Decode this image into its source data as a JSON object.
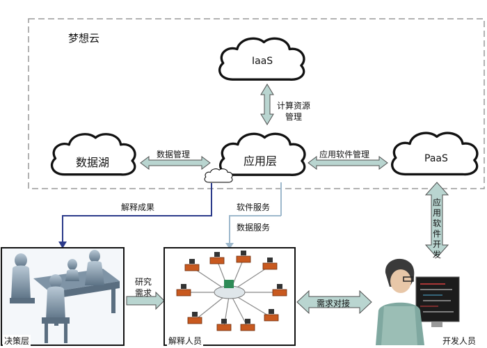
{
  "dream_cloud": {
    "title": "梦想云"
  },
  "clouds": {
    "iaas": "IaaS",
    "app_layer": "应用层",
    "data_lake": "数据湖",
    "paas": "PaaS"
  },
  "arrows": {
    "compute_mgmt_line1": "计算资源",
    "compute_mgmt_line2": "管理",
    "data_mgmt": "数据管理",
    "app_software_mgmt": "应用软件管理",
    "app_dev_chars": [
      "应",
      "用",
      "软",
      "件",
      "开",
      "发"
    ],
    "interpret_results": "解释成果",
    "software_service": "软件服务",
    "data_service": "数据服务",
    "research_line1": "研究",
    "research_line2": "需求",
    "requirement_docking": "需求对接"
  },
  "panels": {
    "decision": "决策层",
    "interpreters": "解释人员",
    "developers": "开发人员"
  }
}
